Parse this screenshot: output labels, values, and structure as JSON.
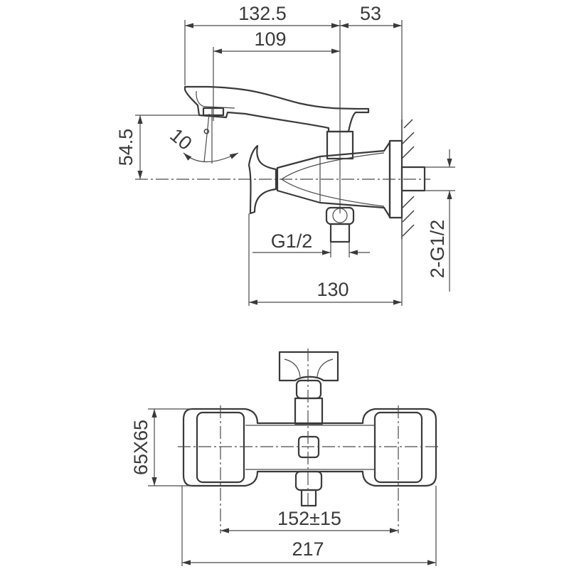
{
  "side_view": {
    "dims": {
      "spout_length": "132.5",
      "spout_to_axis": "109",
      "axis_to_wall": "53",
      "spout_height": "54.5",
      "spout_angle": "10",
      "angle_unit": "°",
      "outlet_thread": "G1/2",
      "body_depth": "130",
      "inlet_threads": "2-G1/2"
    }
  },
  "top_view": {
    "dims": {
      "handle_size": "65X65",
      "center_distance": "152±15",
      "overall_width": "217"
    }
  },
  "colors": {
    "line": "#3a3a3a",
    "background": "#ffffff"
  }
}
